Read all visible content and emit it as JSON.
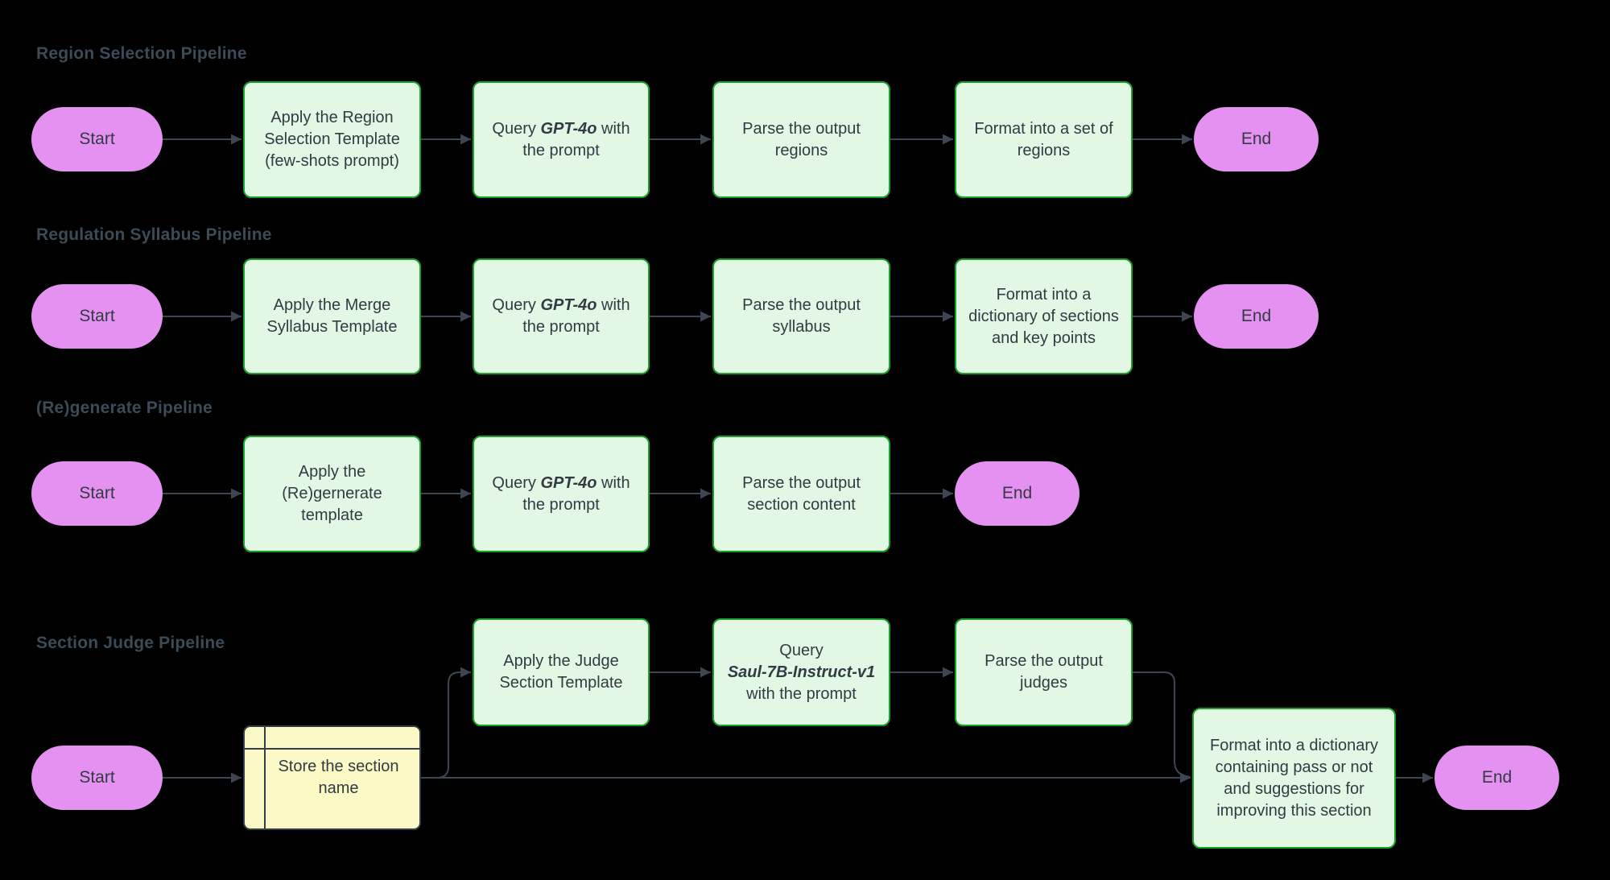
{
  "colors": {
    "background": "#000000",
    "process_fill": "#e2f8e4",
    "process_border": "#1aa32a",
    "terminal_fill": "#e591f1",
    "storage_fill": "#fbf9c5",
    "storage_border": "#353d49",
    "edge": "#3e4653",
    "title_text": "#3d4b59",
    "node_text": "#333a44"
  },
  "pipelines": [
    {
      "title": "Region Selection Pipeline",
      "nodes": {
        "start": {
          "shape": "stadium",
          "label": "Start"
        },
        "apply": {
          "shape": "process",
          "text": "Apply the Region Selection Template (few-shots prompt)"
        },
        "query": {
          "shape": "process",
          "pre": "Query ",
          "em": "GPT-4o",
          "post": " with the prompt"
        },
        "parse": {
          "shape": "process",
          "text": "Parse the output regions"
        },
        "format": {
          "shape": "process",
          "text": "Format into a set of regions"
        },
        "end": {
          "shape": "stadium",
          "label": "End"
        }
      }
    },
    {
      "title": "Regulation Syllabus Pipeline",
      "nodes": {
        "start": {
          "shape": "stadium",
          "label": "Start"
        },
        "apply": {
          "shape": "process",
          "text": "Apply the Merge Syllabus Template"
        },
        "query": {
          "shape": "process",
          "pre": "Query ",
          "em": "GPT-4o",
          "post": " with the prompt"
        },
        "parse": {
          "shape": "process",
          "text": "Parse the output syllabus"
        },
        "format": {
          "shape": "process",
          "text": "Format into a dictionary of sections and key points"
        },
        "end": {
          "shape": "stadium",
          "label": "End"
        }
      }
    },
    {
      "title": "(Re)generate Pipeline",
      "nodes": {
        "start": {
          "shape": "stadium",
          "label": "Start"
        },
        "apply": {
          "shape": "process",
          "text": "Apply the (Re)gernerate template"
        },
        "query": {
          "shape": "process",
          "pre": "Query ",
          "em": "GPT-4o",
          "post": " with the prompt"
        },
        "parse": {
          "shape": "process",
          "text": "Parse the output section content"
        },
        "end": {
          "shape": "stadium",
          "label": "End"
        }
      }
    },
    {
      "title": "Section Judge Pipeline",
      "nodes": {
        "start": {
          "shape": "stadium",
          "label": "Start"
        },
        "store": {
          "shape": "internal-storage",
          "text": "Store the section name"
        },
        "apply": {
          "shape": "process",
          "text": "Apply the Judge Section Template"
        },
        "query": {
          "shape": "process",
          "pre": "Query ",
          "em": "Saul-7B-Instruct-v1",
          "post": " with the prompt"
        },
        "parse": {
          "shape": "process",
          "text": "Parse the output judges"
        },
        "format": {
          "shape": "process",
          "text": "Format into a dictionary containing pass or not and suggestions for improving this section"
        },
        "end": {
          "shape": "stadium",
          "label": "End"
        }
      }
    }
  ]
}
